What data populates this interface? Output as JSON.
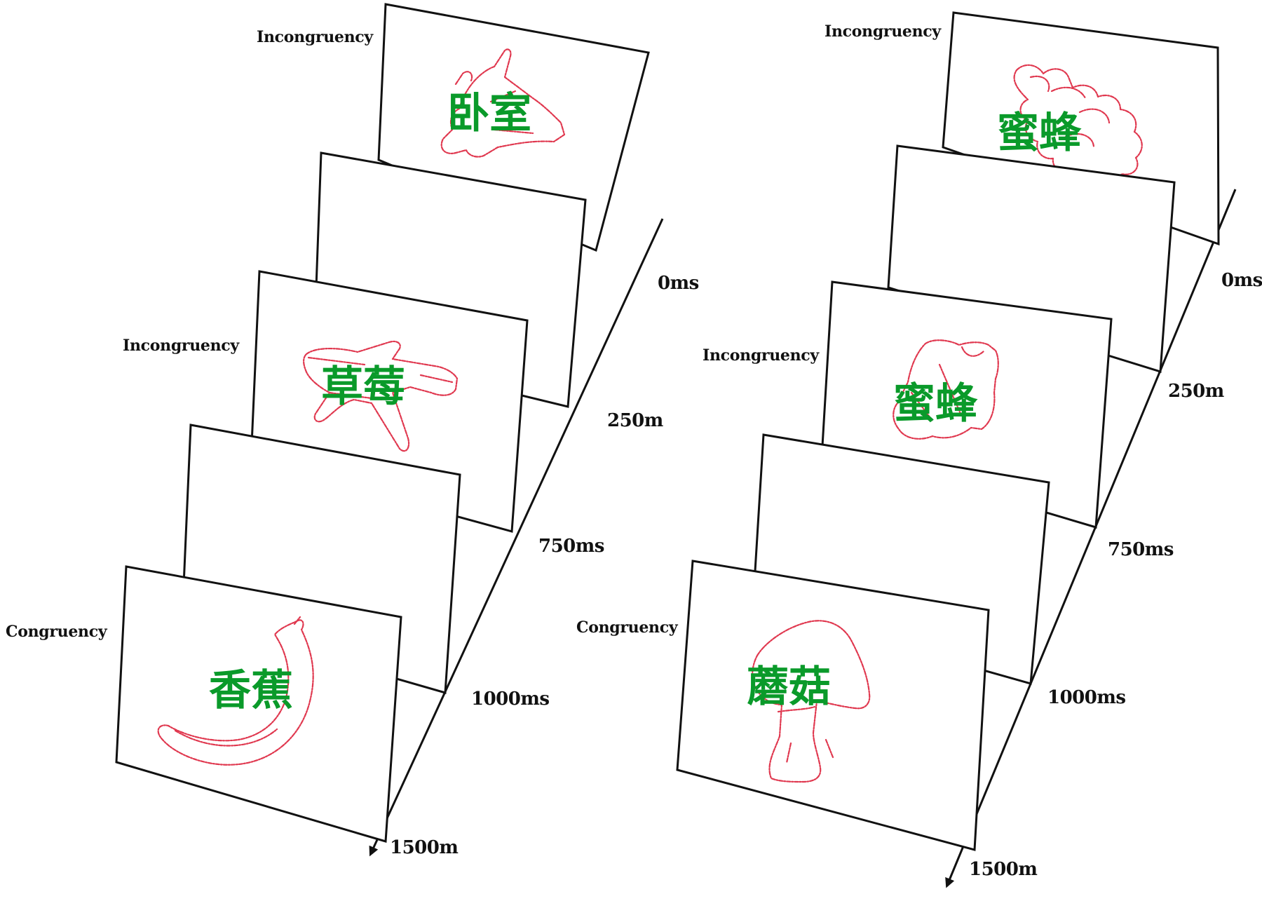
{
  "left": {
    "label_top": "Incongruency",
    "label_mid": "Incongruency",
    "label_bottom": "Congruency",
    "word_top": "卧室",
    "word_mid": "草莓",
    "word_bottom": "香蕉",
    "sketch_top": "airplane",
    "sketch_mid": "airplane",
    "sketch_bottom": "banana",
    "t0": "0ms",
    "t1": "250m",
    "t2": "750ms",
    "t3": "1000ms",
    "t4": "1500m"
  },
  "right": {
    "label_top": "Incongruency",
    "label_mid": "Incongruency",
    "label_bottom": "Congruency",
    "word_top": "蜜蜂",
    "word_mid": "蜜蜂",
    "word_bottom": "蘑菇",
    "sketch_top": "grapes",
    "sketch_mid": "shirt",
    "sketch_bottom": "mushroom",
    "t0": "0ms",
    "t1": "250m",
    "t2": "750ms",
    "t3": "1000ms",
    "t4": "1500m"
  },
  "colors": {
    "word": "#0a9a2a",
    "sketch": "#e0384f",
    "frame": "#111111"
  }
}
